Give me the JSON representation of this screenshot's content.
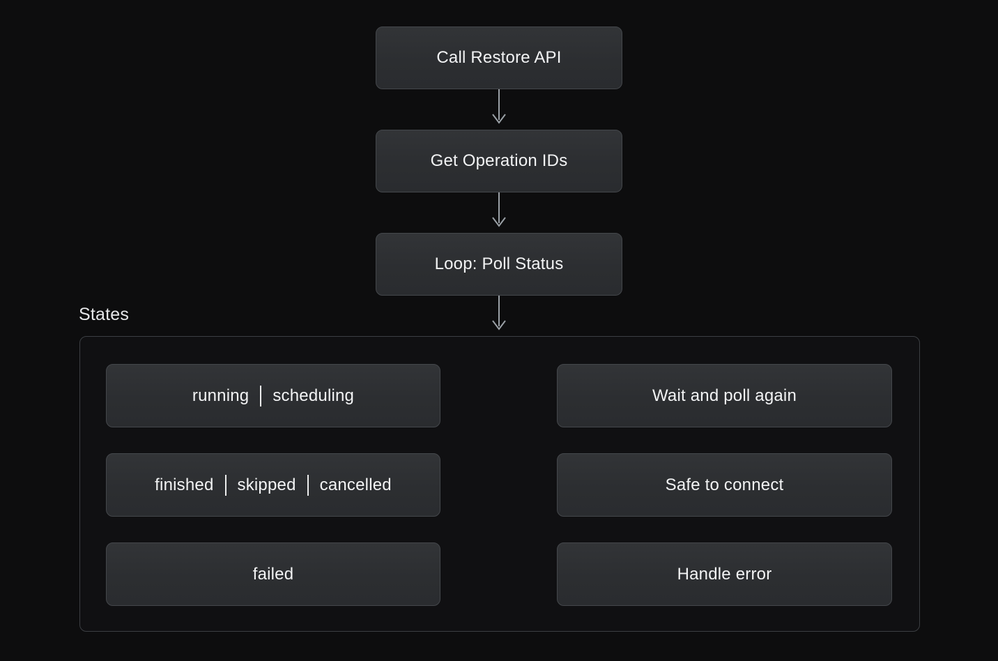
{
  "diagram": {
    "background_color": "#0d0d0e",
    "node_fill_color": "#2e3134",
    "node_border_color": "#44474b",
    "node_text_color": "#f2f3f4",
    "edge_color": "#9aa0a6",
    "dashed_edge_color": "#6e7378",
    "subgraph_border_color": "#3c3f43",
    "flow_nodes": [
      {
        "id": "call-restore-api",
        "label": "Call Restore API"
      },
      {
        "id": "get-operation-ids",
        "label": "Get Operation IDs"
      },
      {
        "id": "loop-poll-status",
        "label": "Loop: Poll Status"
      }
    ],
    "subgraph": {
      "title": "States",
      "rows": [
        {
          "id": "row-running",
          "states": [
            "running",
            "scheduling"
          ],
          "action": "Wait and poll again",
          "edge_style": "dashed"
        },
        {
          "id": "row-finished",
          "states": [
            "finished",
            "skipped",
            "cancelled"
          ],
          "action": "Safe to connect",
          "edge_style": "dashed"
        },
        {
          "id": "row-failed",
          "states": [
            "failed"
          ],
          "action": "Handle error",
          "edge_style": "dashed"
        }
      ]
    }
  }
}
